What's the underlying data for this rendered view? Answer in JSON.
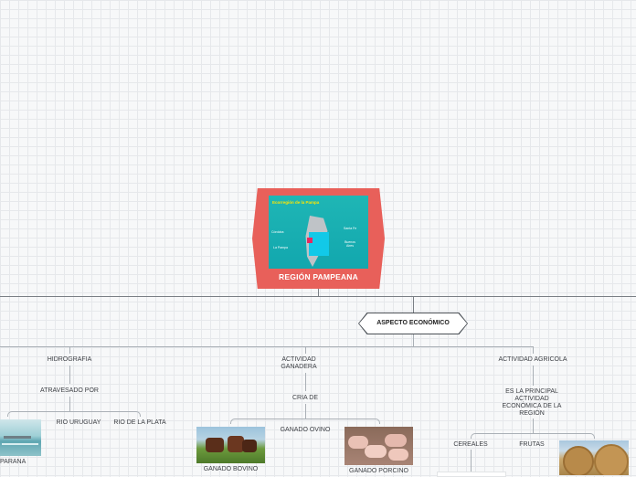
{
  "root": {
    "title": "REGIÓN PAMPEANA",
    "map": {
      "title": "Ecorregión de la Pampa",
      "provinces": [
        "Córdoba",
        "Santa Fe",
        "La Pampa",
        "Buenos Aires"
      ]
    }
  },
  "economic": {
    "label": "ASPECTO ECONÓMICO"
  },
  "hydro": {
    "label": "HIDROGRAFIA",
    "crossed": "ATRAVESADO POR",
    "rivers": [
      "PARANA",
      "RIO URUGUAY",
      "RIO DE LA PLATA"
    ]
  },
  "livestock": {
    "label": "ACTIVIDAD GANADERA",
    "breeding": "CRIA DE",
    "types": [
      "GANADO BOVINO",
      "GANADO OVINO",
      "GANADO PORCINO"
    ]
  },
  "agriculture": {
    "label": "ACTIVIDAD AGRICOLA",
    "principal": "ES LA PRINCIPAL ACTIVIDAD ECONÓMICA DE LA REGIÓN",
    "crops": [
      "CEREALES",
      "FRUTAS"
    ]
  },
  "colors": {
    "root": "#e8605a",
    "map_bg": "#1fb6b5",
    "line": "#7a7f85"
  }
}
